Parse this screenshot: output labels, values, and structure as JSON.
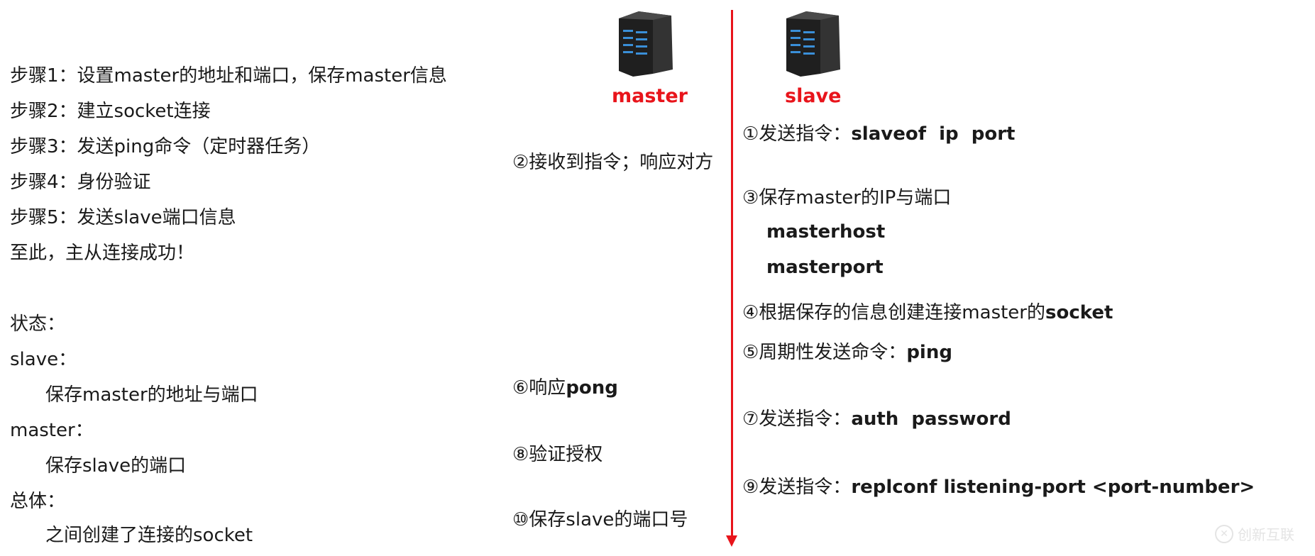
{
  "left": {
    "steps": [
      "步骤1：设置master的地址和端口，保存master信息",
      "步骤2：建立socket连接",
      "步骤3：发送ping命令（定时器任务）",
      "步骤4：身份验证",
      "步骤5：发送slave端口信息",
      "至此，主从连接成功！"
    ],
    "status_title": "状态：",
    "slave_label": "slave：",
    "slave_detail": "保存master的地址与端口",
    "master_label": "master：",
    "master_detail": "保存slave的端口",
    "overall_label": "总体：",
    "overall_detail": "之间创建了连接的socket"
  },
  "servers": {
    "master_label": "master",
    "slave_label": "slave"
  },
  "master_side": {
    "m2": "②接收到指令；响应对方",
    "m6_prefix": "⑥响应",
    "m6_bold": "pong",
    "m8": "⑧验证授权",
    "m10": "⑩保存slave的端口号"
  },
  "slave_side": {
    "s1_prefix": "①发送指令：",
    "s1_bold": "slaveof  ip  port",
    "s3": "③保存master的IP与端口",
    "s3_host": "masterhost",
    "s3_port": "masterport",
    "s4_prefix": "④根据保存的信息创建连接master的",
    "s4_bold": "socket",
    "s5_prefix": "⑤周期性发送命令：",
    "s5_bold": "ping",
    "s7_prefix": "⑦发送指令：",
    "s7_bold": "auth  password",
    "s9_prefix": "⑨发送指令：",
    "s9_bold": "replconf listening-port <port-number>"
  },
  "watermark": {
    "text": "创新互联",
    "icon": "brand-logo-icon"
  },
  "colors": {
    "accent": "#e8141b",
    "text": "#1a1a1a",
    "server": "#2b2b2b",
    "server_led": "#3a8fd8"
  }
}
